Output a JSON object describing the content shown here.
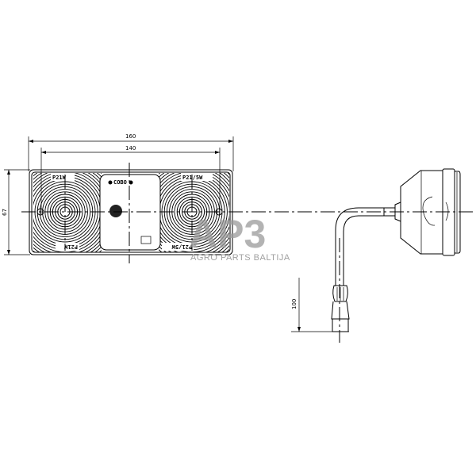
{
  "dimensions": {
    "overall_width": "160",
    "hole_spacing": "140",
    "height": "67",
    "cable_length": "100"
  },
  "lamp_labels": {
    "left_top": "P21W",
    "left_bottom": "P21W",
    "right_top": "P21/5W",
    "right_bottom": "P21/5W",
    "center_brand": "COBO"
  },
  "watermark": {
    "logo": "AP3",
    "text": "AGRO PARTS BALTIJA",
    "color": "#9a9a9a"
  }
}
